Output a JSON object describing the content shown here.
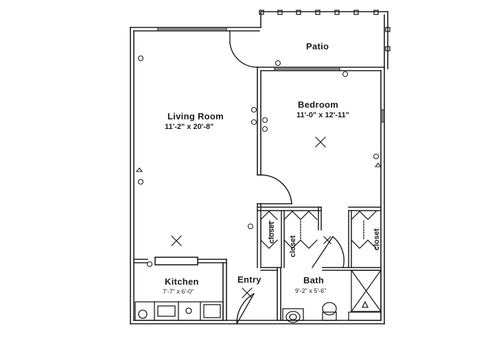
{
  "rooms": {
    "patio": {
      "name": "Patio"
    },
    "living": {
      "name": "Living Room",
      "dims": "11'-2\" x 20'-8\""
    },
    "bedroom": {
      "name": "Bedroom",
      "dims": "11'-0\" x 12'-11\""
    },
    "kitchen": {
      "name": "Kitchen",
      "dims": "7'-7\" x 6'-0\""
    },
    "entry": {
      "name": "Entry"
    },
    "bath": {
      "name": "Bath",
      "dims": "9'-2\" x 5'-6\""
    }
  },
  "closets": [
    "closet",
    "closet",
    "closet"
  ]
}
